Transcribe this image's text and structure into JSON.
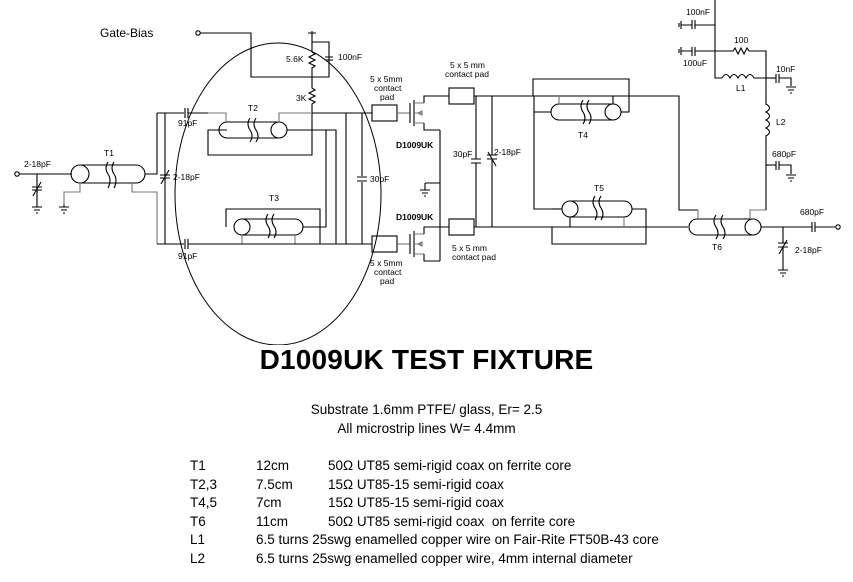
{
  "diagram": {
    "gate_bias_label": "Gate-Bias",
    "input_cap": "2-18pF",
    "t1": "T1",
    "t2": "T2",
    "t3": "T3",
    "t4": "T4",
    "t5": "T5",
    "t6": "T6",
    "c_91pf_top": "91pF",
    "c_91pf_bot": "91pF",
    "c_2_18_mid": "2-18pF",
    "r_56k": "5.6K",
    "r_3k": "3K",
    "c_100nf_bias": "100nF",
    "c_30pf_in": "30pF",
    "c_30pf_out": "30pF",
    "c_2_18_out": "2-18pF",
    "pad_in_top": [
      "5 x 5mm",
      "contact",
      "pad"
    ],
    "pad_in_bot": [
      "5 x 5mm",
      "contact",
      "pad"
    ],
    "pad_out_top": [
      "5 x 5 mm",
      "contact pad"
    ],
    "pad_out_bot": [
      "5 x 5 mm",
      "contact pad"
    ],
    "fet_top": "D1009UK",
    "fet_bot": "D1009UK",
    "c_100nf_supply": "100nF",
    "c_100uf": "100uF",
    "r_100": "100",
    "l1": "L1",
    "l2": "L2",
    "c_10nf": "10nF",
    "c_680pf_dec": "680pF",
    "c_680pf_out": "680pF",
    "c_2_18_outtune": "2-18pF"
  },
  "title": "D1009UK TEST FIXTURE",
  "subtitle_lines": [
    "Substrate 1.6mm PTFE/ glass, Er= 2.5",
    "All microstrip lines W= 4.4mm"
  ],
  "parts": [
    {
      "ref": "T1",
      "len": "12cm",
      "desc": "50Ω UT85 semi-rigid coax on ferrite core"
    },
    {
      "ref": "T2,3",
      "len": "7.5cm",
      "desc": "15Ω UT85-15 semi-rigid coax"
    },
    {
      "ref": "T4,5",
      "len": "7cm",
      "desc": "15Ω UT85-15 semi-rigid coax"
    },
    {
      "ref": "T6",
      "len": "11cm",
      "desc": "50Ω UT85 semi-rigid coax  on ferrite core"
    },
    {
      "ref": "L1",
      "len": "",
      "desc": "6.5 turns 25swg enamelled copper wire on Fair-Rite FT50B-43 core"
    },
    {
      "ref": "L2",
      "len": "",
      "desc": "6.5 turns 25swg enamelled copper wire, 4mm internal diameter"
    }
  ]
}
